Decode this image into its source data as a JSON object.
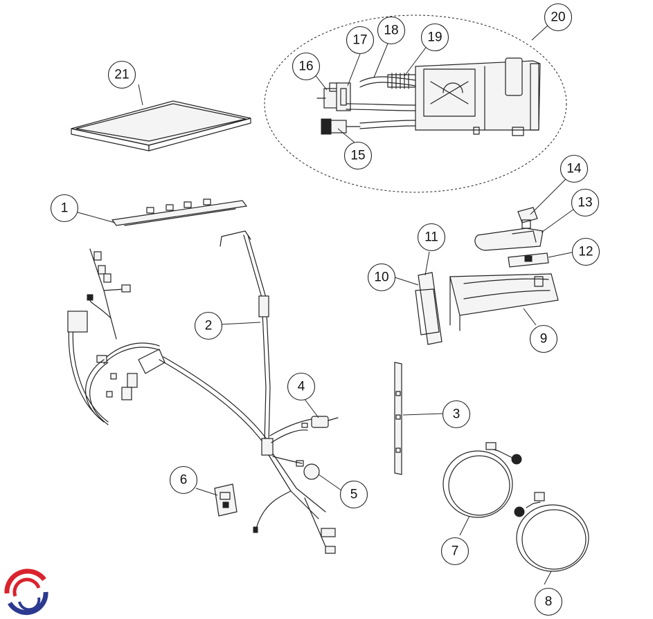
{
  "callouts": [
    "1",
    "2",
    "3",
    "4",
    "5",
    "6",
    "7",
    "8",
    "9",
    "10",
    "11",
    "12",
    "13",
    "14",
    "15",
    "16",
    "17",
    "18",
    "19",
    "20",
    "21"
  ],
  "colors": {
    "line": "#222222",
    "logo_red": "#d9232d",
    "logo_blue": "#2b3a8f"
  }
}
